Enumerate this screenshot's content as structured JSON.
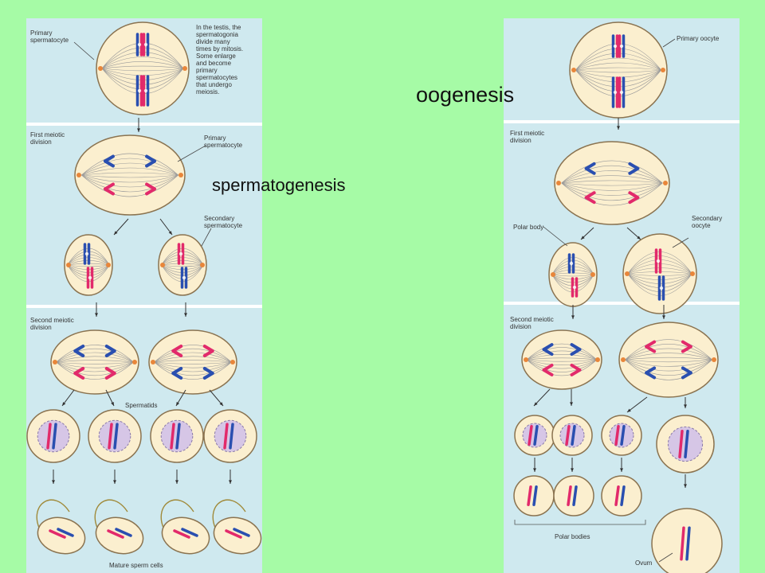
{
  "spermatogenesis": {
    "title": "spermatogenesis",
    "labels": {
      "primary_spermatocyte": "Primary\nspermatocyte",
      "testis_note": "In the testis, the\nspermatogonia\ndivide many\ntimes by mitosis.\nSome enlarge\nand become\nprimary\nspermatocytes\nthat undergo\nmeiosis.",
      "first_meiotic_division": "First meiotic\ndivision",
      "primary_spermatocyte_2": "Primary\nspermatocyte",
      "secondary_spermatocyte": "Secondary\nspermatocyte",
      "second_meiotic_division": "Second meiotic\ndivision",
      "spermatids": "Spermatids",
      "mature_sperm_cells": "Mature sperm cells"
    }
  },
  "oogenesis": {
    "title": "oogenesis",
    "labels": {
      "primary_oocyte": "Primary oocyte",
      "first_meiotic_division": "First meiotic\ndivision",
      "polar_body": "Polar body",
      "secondary_oocyte": "Secondary\noocyte",
      "second_meiotic_division": "Second meiotic\ndivision",
      "polar_bodies": "Polar bodies",
      "ovum": "Ovum"
    }
  },
  "colors": {
    "background": "#a6fba6",
    "panel": "#cfe9ef",
    "cell_fill": "#fbefcf",
    "cell_stroke": "#8a7350",
    "red_chromosome": "#e22a6b",
    "blue_chromosome": "#2a4fb0",
    "centrosome": "#e8863a",
    "nucleus": "#d6c6e6"
  }
}
